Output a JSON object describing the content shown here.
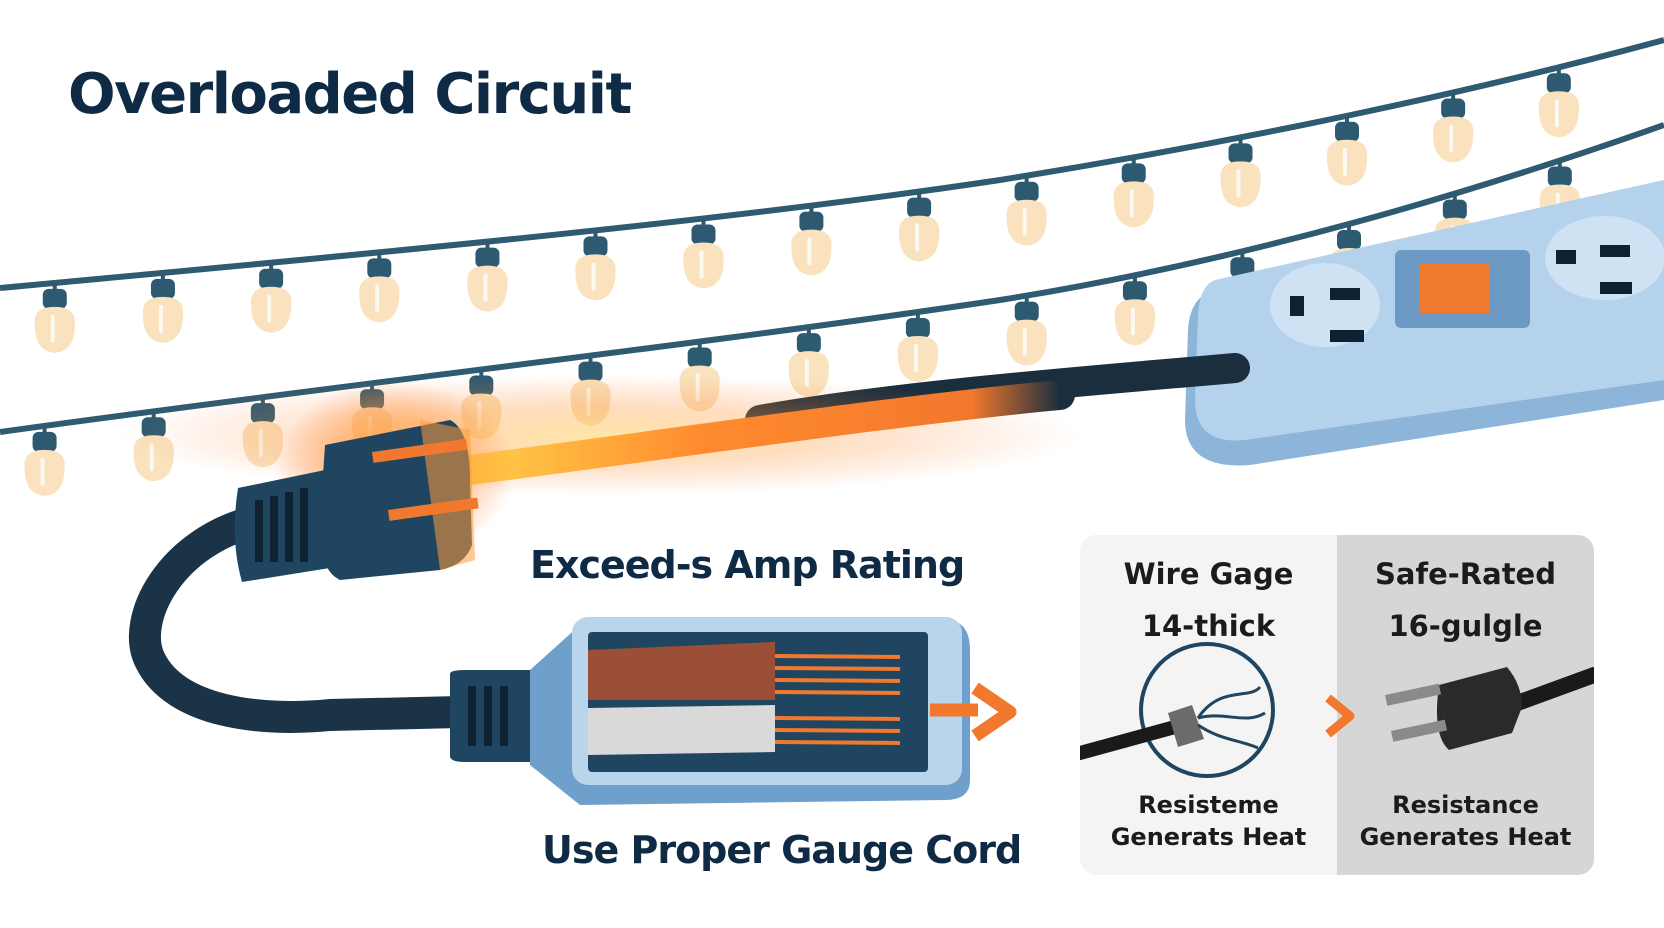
{
  "title": "Overloaded Circuit",
  "labels": {
    "amp": "Exceed-s Amp Rating",
    "gauge": "Use Proper Gauge Cord"
  },
  "panel": {
    "left": {
      "title": "Wire Gage",
      "sub": "14-thick",
      "footer_1": "Resisteme",
      "footer_2": "Generats Heat"
    },
    "right": {
      "title": "Safe-Rated",
      "sub": "16-gulgle",
      "footer_1": "Resistance",
      "footer_2": "Generates Heat"
    }
  },
  "icons": {
    "title": "lightbulb-string-icon",
    "plug": "overheated-plug-icon",
    "strip": "power-strip-icon",
    "cord": "cord-cross-section-icon",
    "arrow": "arrow-right-icon",
    "chevron": "chevron-right-icon",
    "wire_plug": "wire-plug-icon",
    "safe_plug": "safe-plug-icon"
  },
  "colors": {
    "navy": "#163a55",
    "dark_text": "#0f2a44",
    "bulb": "#f9e2bd",
    "bulb_cap": "#2d5a70",
    "strip": "#a8c9e6",
    "strip_dark": "#7ea9cf",
    "switch": "#f07a2e",
    "orange": "#f2782d",
    "glow": "#ffb03a",
    "copper": "#9a4f36"
  }
}
